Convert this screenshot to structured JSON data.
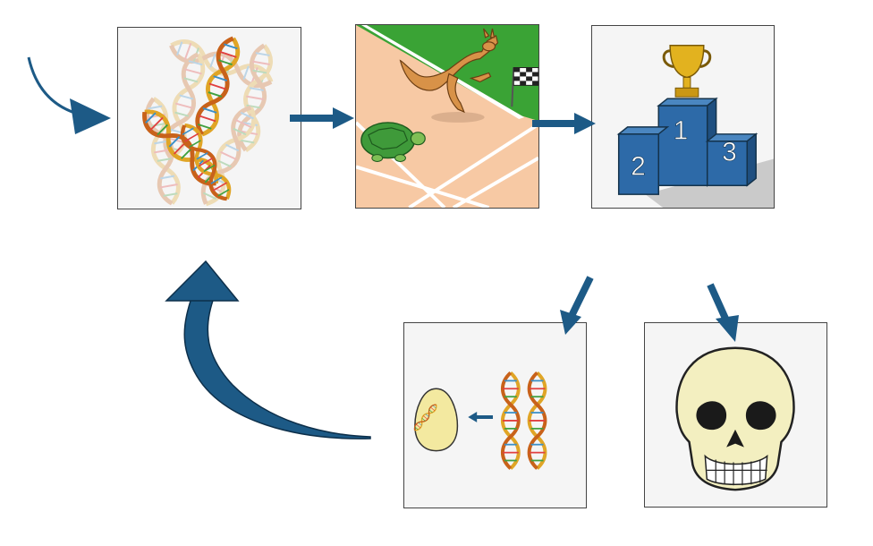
{
  "colors": {
    "arrow": "#1d5a86",
    "panel_border": "#444444",
    "dna_gold": "#e0a526",
    "dna_orange": "#c8621a",
    "grass": "#3aa335",
    "track": "#f7c9a4",
    "podium": "#2d6aa8",
    "trophy": "#e2b21f",
    "bone": "#f3efc0"
  },
  "panels": {
    "dna_pool": {
      "icon": "dna-helix-icon"
    },
    "race": {
      "icon": "kangaroo-tortoise-race-icon"
    },
    "winners": {
      "icon": "podium-trophy-icon"
    },
    "reproduction": {
      "icon": "egg-dna-icon"
    },
    "death": {
      "icon": "skull-icon"
    }
  },
  "podium": {
    "first": "1",
    "second": "2",
    "third": "3"
  }
}
